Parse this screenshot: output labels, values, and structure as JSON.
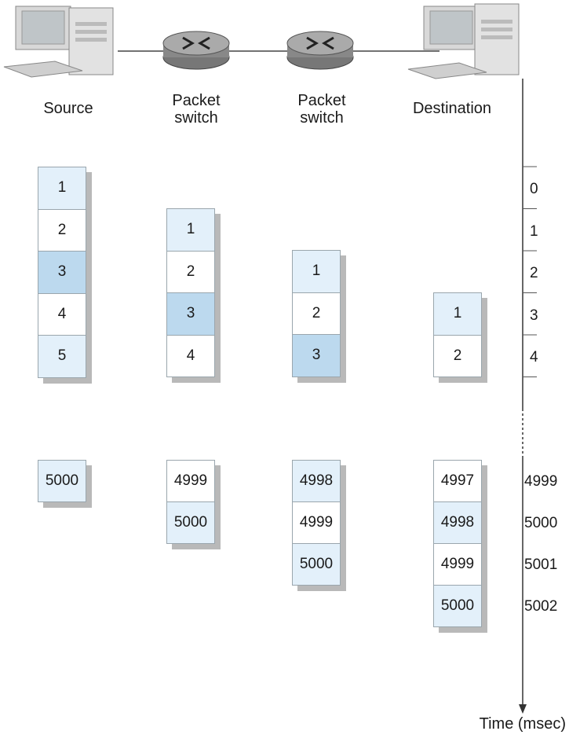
{
  "nodes": [
    {
      "id": "source",
      "label": "Source",
      "icon": "computer-icon"
    },
    {
      "id": "switch1",
      "label_lines": [
        "Packet",
        "switch"
      ],
      "icon": "router-icon"
    },
    {
      "id": "switch2",
      "label_lines": [
        "Packet",
        "switch"
      ],
      "icon": "router-icon"
    },
    {
      "id": "destination",
      "label": "Destination",
      "icon": "computer-icon"
    }
  ],
  "columns": [
    {
      "node": "source",
      "top": [
        "1",
        "2",
        "3",
        "4",
        "5"
      ],
      "bottom": [
        "5000"
      ]
    },
    {
      "node": "switch1",
      "top": [
        "1",
        "2",
        "3",
        "4"
      ],
      "bottom": [
        "4999",
        "5000"
      ]
    },
    {
      "node": "switch2",
      "top": [
        "1",
        "2",
        "3"
      ],
      "bottom": [
        "4998",
        "4999",
        "5000"
      ]
    },
    {
      "node": "destination",
      "top": [
        "1",
        "2"
      ],
      "bottom": [
        "4997",
        "4998",
        "4999",
        "5000"
      ]
    }
  ],
  "time_axis": {
    "label": "Time (msec)",
    "top_ticks": [
      "0",
      "1",
      "2",
      "3",
      "4"
    ],
    "bottom_ticks": [
      "4999",
      "5000",
      "5001",
      "5002"
    ]
  },
  "colors": {
    "packet_light": "#e3f0fa",
    "packet_mid": "#bcd9ee",
    "packet_white": "#ffffff",
    "shadow": "#b9b9b9",
    "line": "#555555"
  }
}
